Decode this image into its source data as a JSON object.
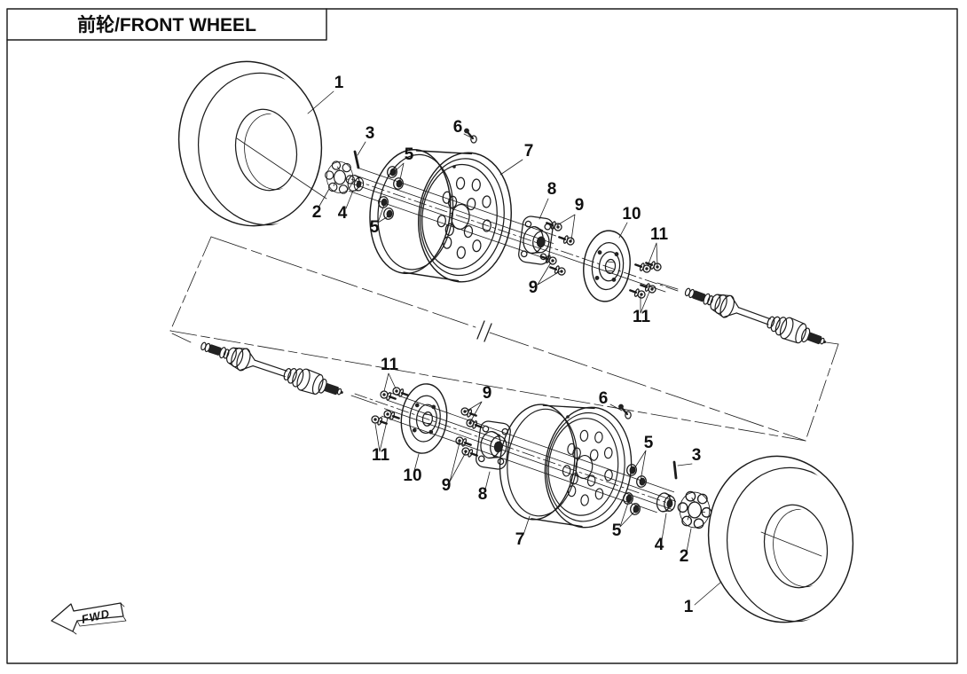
{
  "title": {
    "text": "前轮/FRONT WHEEL"
  },
  "direction_marker": {
    "label": "FWD"
  },
  "callouts": {
    "items": [
      "1",
      "2",
      "3",
      "4",
      "5",
      "6",
      "7",
      "8",
      "9",
      "10",
      "11"
    ]
  },
  "colors": {
    "line": "#1b1b1b",
    "background": "#ffffff"
  }
}
